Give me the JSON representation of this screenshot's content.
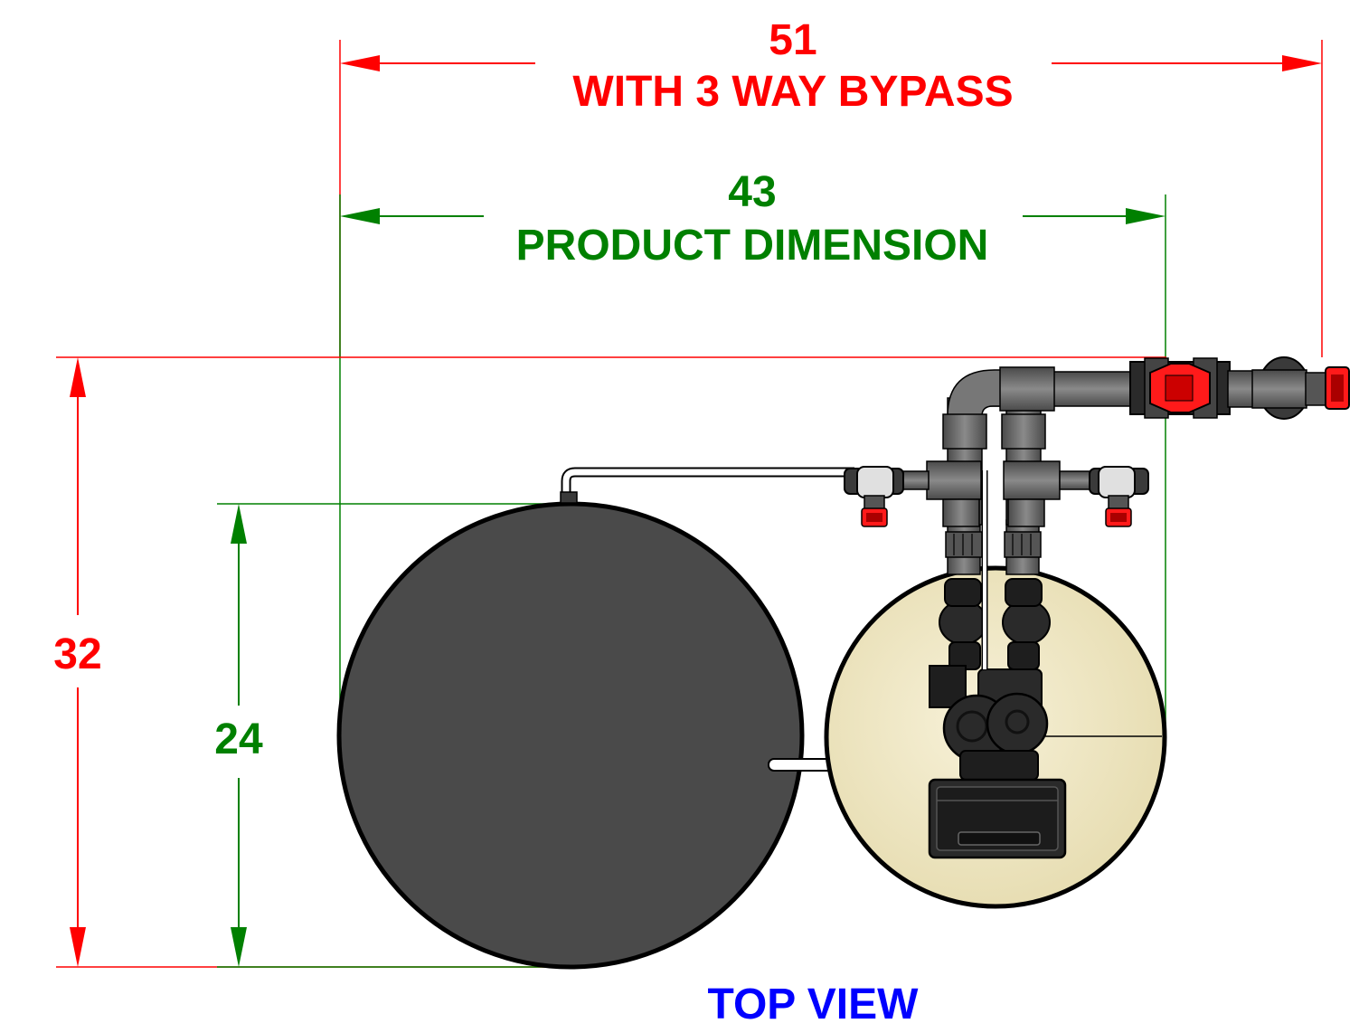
{
  "dimensions": {
    "overall_width": {
      "value": "51",
      "note": "WITH 3 WAY BYPASS"
    },
    "product_width": {
      "value": "43",
      "note": "PRODUCT DIMENSION"
    },
    "overall_depth": {
      "value": "32"
    },
    "tank_diameter": {
      "value": "24"
    }
  },
  "view_label": "TOP VIEW",
  "colors": {
    "overall_dim": "#ff0000",
    "product_dim": "#008000",
    "view_label": "#0000ff",
    "brine_tank": "#4a4a4a",
    "resin_tank": "#f1e9c6",
    "pipe": "#6e6e6e",
    "valve_handle": "#ff1a1a"
  }
}
